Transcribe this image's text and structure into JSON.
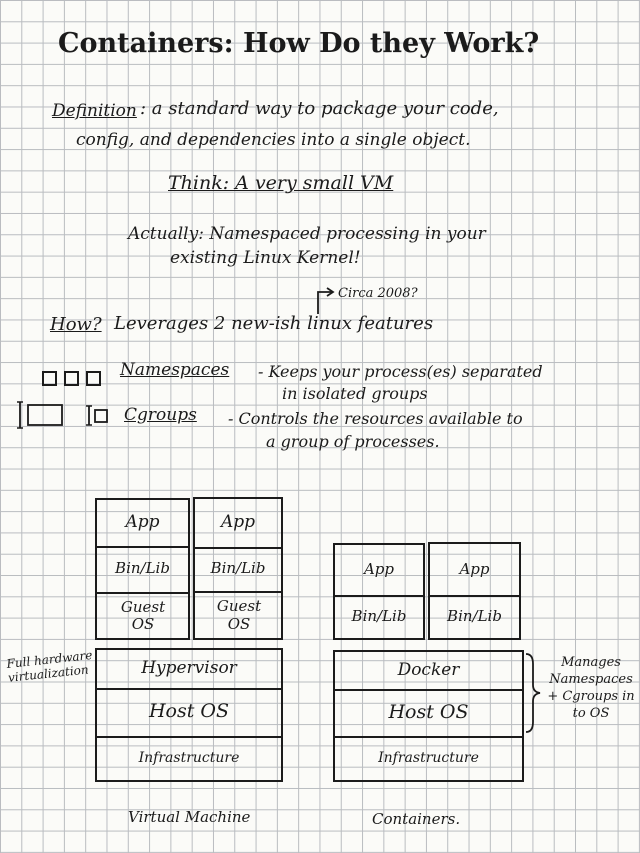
{
  "title": "Containers: How Do they Work?",
  "definition": {
    "label": "Definition",
    "line1": ": a standard way to package your code,",
    "line2": "config, and dependencies into a single object."
  },
  "think": "Think: A very small VM",
  "actually": {
    "line1": "Actually: Namespaced processing in your",
    "line2": "existing Linux Kernel!"
  },
  "circa": "Circa 2008?",
  "how": {
    "label": "How?",
    "text": "Leverages 2 new-ish linux features"
  },
  "features": [
    {
      "name": "Namespaces",
      "line1": "- Keeps your process(es) separated",
      "line2": "in isolated groups"
    },
    {
      "name": "Cgroups",
      "line1": "- Controls the resources available to",
      "line2": "a group of processes."
    }
  ],
  "vm": {
    "columns": [
      {
        "app": "App",
        "binlib": "Bin/Lib",
        "guest": "Guest OS"
      },
      {
        "app": "App",
        "binlib": "Bin/Lib",
        "guest": "Guest OS"
      }
    ],
    "hypervisor": "Hypervisor",
    "host": "Host OS",
    "infra": "Infrastructure",
    "note": "Full hardware virtualization",
    "caption": "Virtual Machine"
  },
  "containers": {
    "columns": [
      {
        "app": "App",
        "binlib": "Bin/Lib"
      },
      {
        "app": "App",
        "binlib": "Bin/Lib"
      }
    ],
    "docker": "Docker",
    "host": "Host OS",
    "infra": "Infrastructure",
    "note": "Manages Namespaces + Cgroups in to OS",
    "caption": "Containers."
  }
}
